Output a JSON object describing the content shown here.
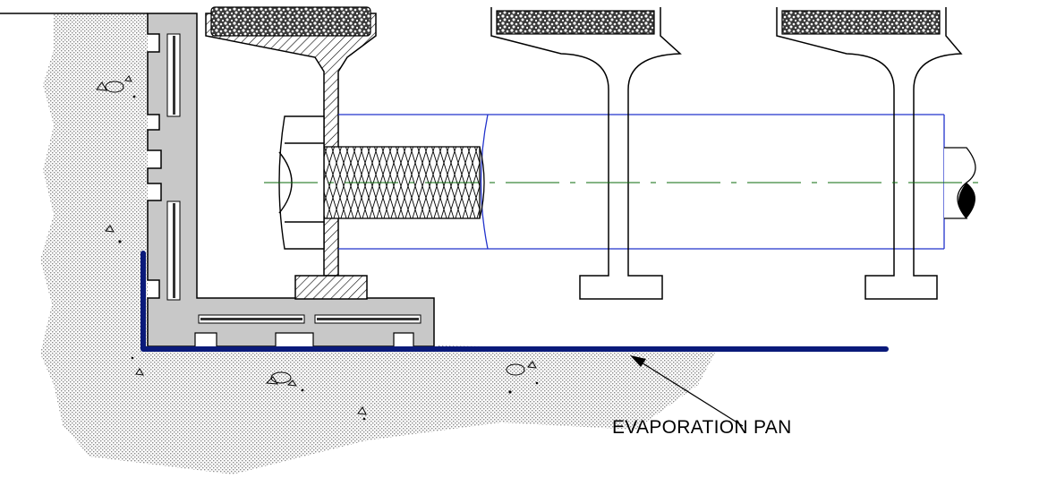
{
  "annotations": {
    "evaporation_pan_label": "EVAPORATION PAN"
  },
  "colors": {
    "evaporation_pan": "#0a1a7a",
    "bore_outline": "#2233cc",
    "centerline": "#0a6a0a",
    "frame_fill": "#c8c8c8",
    "outline": "#000000"
  },
  "components": [
    "concrete-ground",
    "aluminium-frame",
    "steel-i-beam",
    "friction-pad",
    "bolt-head",
    "threaded-rod",
    "rail-profile",
    "evaporation-pan",
    "centerline"
  ]
}
